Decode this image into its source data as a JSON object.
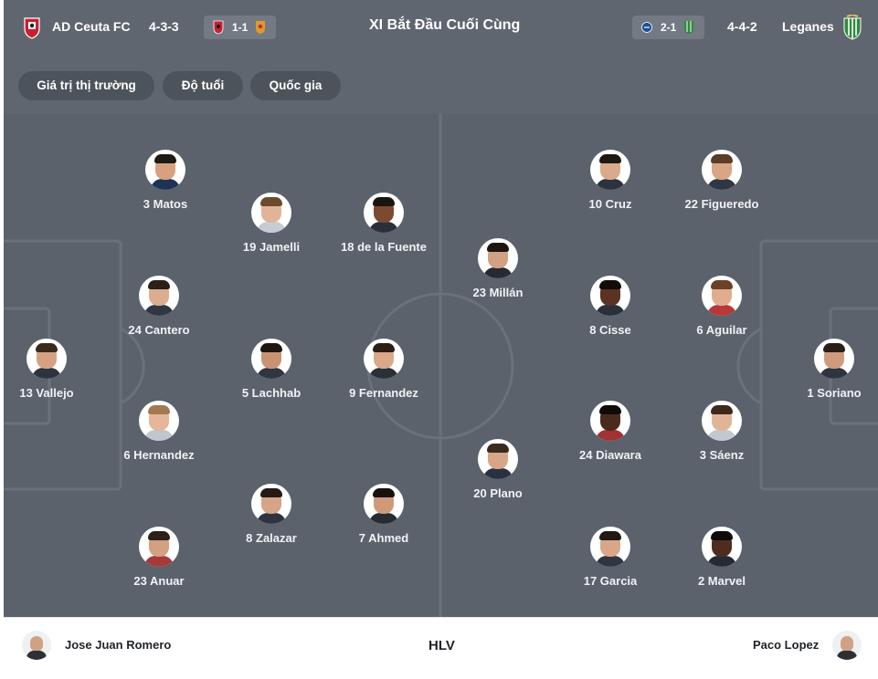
{
  "header": {
    "home_team": "AD Ceuta FC",
    "home_formation": "4-3-3",
    "home_score_badge": "1-1",
    "title": "XI Bắt Đầu Cuối Cùng",
    "away_score_badge": "2-1",
    "away_formation": "4-4-2",
    "away_team": "Leganes"
  },
  "filters": [
    "Giá trị thị trường",
    "Độ tuổi",
    "Quốc gia"
  ],
  "home_players": [
    {
      "label": "3 Matos",
      "skin": "#d7a17f",
      "hair": "#1e1a16",
      "shirt": "#1f3454"
    },
    {
      "label": "19 Jamelli",
      "skin": "#e2b497",
      "hair": "#6b4a2f",
      "shirt": "#c7ccd3"
    },
    {
      "label": "18 de la Fuente",
      "skin": "#7b4a31",
      "hair": "#1b1410",
      "shirt": "#2b2f3a"
    },
    {
      "label": "24 Cantero",
      "skin": "#dcad8e",
      "hair": "#2a2019",
      "shirt": "#2f3742"
    },
    {
      "label": "13 Vallejo",
      "skin": "#d4a283",
      "hair": "#3a2a1d",
      "shirt": "#2c3440"
    },
    {
      "label": "5 Lachhab",
      "skin": "#c99372",
      "hair": "#1c1713",
      "shirt": "#30363f"
    },
    {
      "label": "9 Fernandez",
      "skin": "#d9a989",
      "hair": "#2b1f16",
      "shirt": "#2a2f38"
    },
    {
      "label": "6 Hernandez",
      "skin": "#e5b69a",
      "hair": "#a17a52",
      "shirt": "#c0c6ce"
    },
    {
      "label": "8 Zalazar",
      "skin": "#d6a486",
      "hair": "#231a14",
      "shirt": "#2e3540"
    },
    {
      "label": "7 Ahmed",
      "skin": "#cf9a7a",
      "hair": "#17120e",
      "shirt": "#262b33"
    },
    {
      "label": "23 Anuar",
      "skin": "#d3a080",
      "hair": "#2c2018",
      "shirt": "#a63a3a"
    }
  ],
  "away_players": [
    {
      "label": "10 Cruz",
      "skin": "#d9aa8b",
      "hair": "#201812",
      "shirt": "#2c3340"
    },
    {
      "label": "22 Figueredo",
      "skin": "#d8a586",
      "hair": "#5a3d27",
      "shirt": "#2f3744"
    },
    {
      "label": "23 Millán",
      "skin": "#d2a083",
      "hair": "#1c1612",
      "shirt": "#262b33"
    },
    {
      "label": "8 Cisse",
      "skin": "#5a3324",
      "hair": "#120d0a",
      "shirt": "#2b3038"
    },
    {
      "label": "6 Aguilar",
      "skin": "#e0ae8f",
      "hair": "#6a4228",
      "shirt": "#b73838"
    },
    {
      "label": "1 Soriano",
      "skin": "#d09b7c",
      "hair": "#2a1f17",
      "shirt": "#2d3541"
    },
    {
      "label": "24 Diawara",
      "skin": "#4b2a1e",
      "hair": "#0f0b09",
      "shirt": "#a33232"
    },
    {
      "label": "3 Sáenz",
      "skin": "#e2b497",
      "hair": "#3c2a1c",
      "shirt": "#c3c8d0"
    },
    {
      "label": "20 Plano",
      "skin": "#d7a587",
      "hair": "#3a2a1d",
      "shirt": "#2a3140"
    },
    {
      "label": "17 Garcia",
      "skin": "#d9a788",
      "hair": "#211913",
      "shirt": "#2f3642"
    },
    {
      "label": "2 Marvel",
      "skin": "#4e2d20",
      "hair": "#0f0b09",
      "shirt": "#262b33"
    }
  ],
  "footer": {
    "home_coach": "Jose Juan Romero",
    "label": "HLV",
    "away_coach": "Paco Lopez"
  },
  "colors": {
    "header_bg": "#5f6670",
    "pitch_bg": "#5b626c",
    "chip_bg": "#4d535b",
    "home_crest": "#c8202f",
    "away_crest": "#2f8a3e"
  }
}
